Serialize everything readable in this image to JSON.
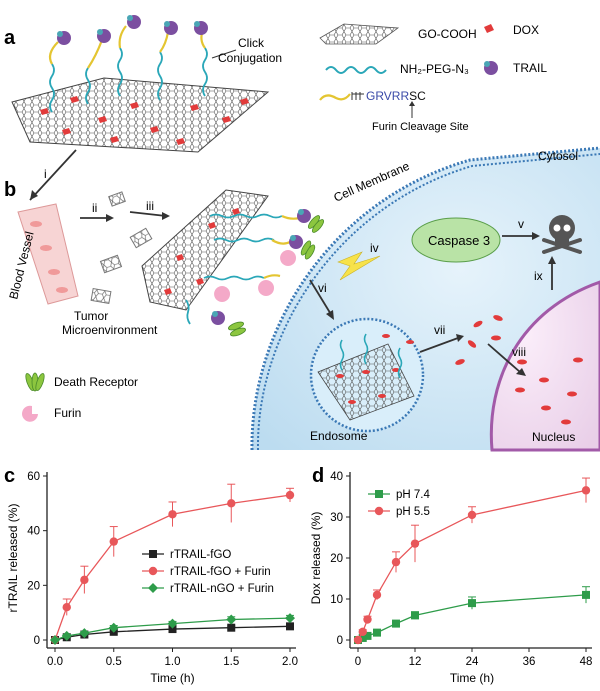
{
  "panels": {
    "a": "a",
    "b": "b",
    "c": "c",
    "d": "d"
  },
  "legend_top": {
    "go": "GO-COOH",
    "dox": "DOX",
    "peg": "NH₂-PEG-N₃",
    "trail": "TRAIL",
    "peptide_prefix": "GRVRR",
    "peptide_suffix": "SC",
    "cleavage": "Furin Cleavage Site"
  },
  "schematic": {
    "click": "Click",
    "conjugation": "Conjugation",
    "blood_vessel": "Blood Vessel",
    "tumor": "Tumor",
    "microenv": "Microenvironment",
    "cell_membrane": "Cell Membrane",
    "cytosol": "Cytosol",
    "caspase": "Caspase 3",
    "endosome": "Endosome",
    "nucleus": "Nucleus",
    "death_receptor": "Death Receptor",
    "furin": "Furin",
    "steps": {
      "i": "i",
      "ii": "ii",
      "iii": "iii",
      "iv": "iv",
      "v": "v",
      "vi": "vi",
      "vii": "vii",
      "viii": "viii",
      "ix": "ix"
    }
  },
  "colors": {
    "red": "#e8575a",
    "black": "#222222",
    "green": "#2e9c4a",
    "cell": "#cfe6f5",
    "membrane": "#3a78b5",
    "nucleus": "#c08ac6",
    "peg": "#2aa7b8",
    "linker": "#e4c531"
  },
  "chart_data": [
    {
      "type": "line",
      "xlabel": "Time (h)",
      "ylabel": "rTRAIL released (%)",
      "xlim": [
        0,
        2
      ],
      "ylim": [
        0,
        60
      ],
      "xticks": [
        "0.0",
        "0.5",
        "1.0",
        "1.5",
        "2.0"
      ],
      "yticks": [
        "0",
        "20",
        "40",
        "60"
      ],
      "legend_position": "center-right",
      "series": [
        {
          "name": "rTRAIL-fGO",
          "color": "#222222",
          "marker": "square",
          "x": [
            0,
            0.1,
            0.25,
            0.5,
            1.0,
            1.5,
            2.0
          ],
          "y": [
            0,
            1,
            2,
            3,
            4,
            4.5,
            5
          ],
          "err": [
            0.4,
            0.4,
            0.5,
            0.5,
            0.6,
            0.6,
            0.6
          ]
        },
        {
          "name": "rTRAIL-fGO + Furin",
          "color": "#e8575a",
          "marker": "circle",
          "x": [
            0,
            0.1,
            0.25,
            0.5,
            1.0,
            1.5,
            2.0
          ],
          "y": [
            0,
            12,
            22,
            36,
            46,
            50,
            53
          ],
          "err": [
            0.5,
            3,
            5,
            5.5,
            4.5,
            7,
            2.5
          ]
        },
        {
          "name": "rTRAIL-nGO + Furin",
          "color": "#2e9c4a",
          "marker": "diamond",
          "x": [
            0,
            0.1,
            0.25,
            0.5,
            1.0,
            1.5,
            2.0
          ],
          "y": [
            0,
            1.5,
            2.5,
            4.5,
            6,
            7.5,
            8
          ],
          "err": [
            0.4,
            0.5,
            0.6,
            0.8,
            0.8,
            1,
            1
          ]
        }
      ]
    },
    {
      "type": "line",
      "xlabel": "Time (h)",
      "ylabel": "Dox released (%)",
      "xlim": [
        0,
        48
      ],
      "ylim": [
        0,
        40
      ],
      "xticks": [
        "0",
        "12",
        "24",
        "36",
        "48"
      ],
      "yticks": [
        "0",
        "10",
        "20",
        "30",
        "40"
      ],
      "legend_position": "top-left",
      "series": [
        {
          "name": "pH 7.4",
          "color": "#2e9c4a",
          "marker": "square",
          "x": [
            0,
            1,
            2,
            4,
            8,
            12,
            24,
            48
          ],
          "y": [
            0,
            0.5,
            1,
            1.8,
            4,
            6,
            9,
            11
          ],
          "err": [
            0.3,
            0.3,
            0.4,
            0.5,
            0.7,
            0.9,
            1.5,
            2
          ]
        },
        {
          "name": "pH 5.5",
          "color": "#e8575a",
          "marker": "circle",
          "x": [
            0,
            1,
            2,
            4,
            8,
            12,
            24,
            48
          ],
          "y": [
            0,
            2,
            5,
            11,
            19,
            23.5,
            30.5,
            36.5
          ],
          "err": [
            0.3,
            0.5,
            0.8,
            1.2,
            2.5,
            4.5,
            2,
            3
          ]
        }
      ]
    }
  ]
}
